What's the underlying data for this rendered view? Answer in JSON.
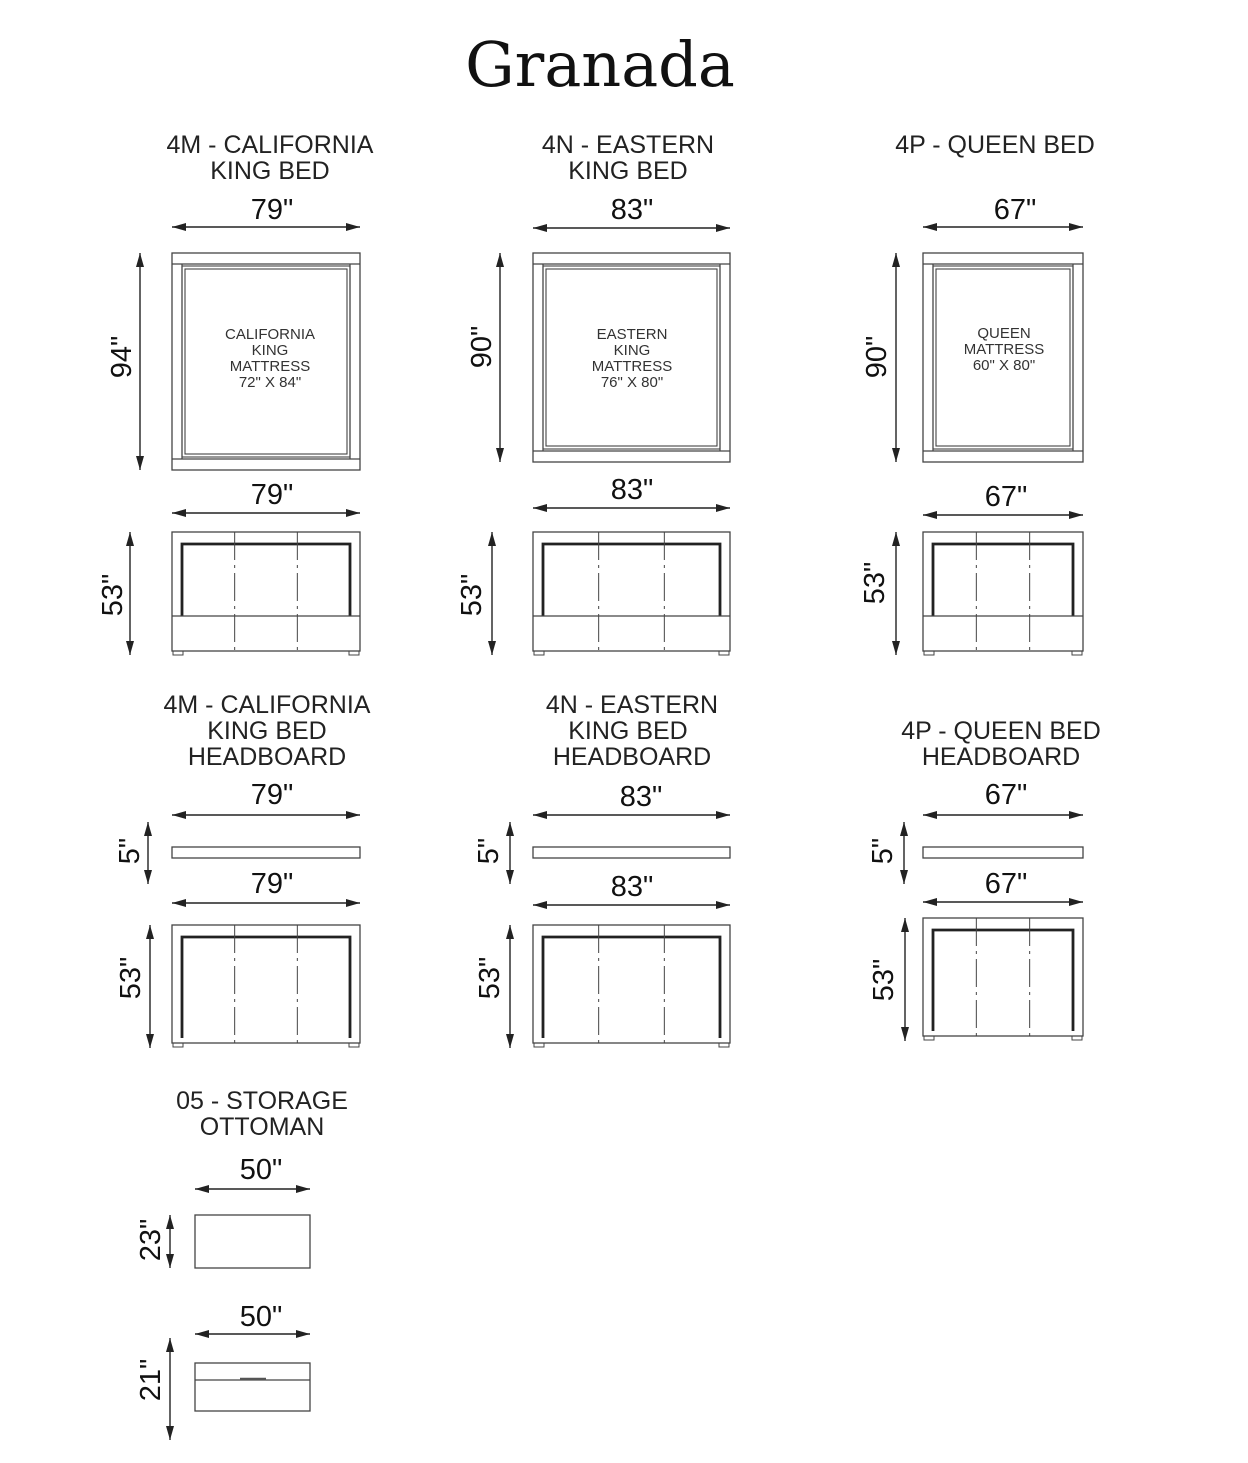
{
  "title": "Granada",
  "units": "inches",
  "items": [
    {
      "label": [
        "4M - CALIFORNIA",
        "KING BED"
      ],
      "plan_width": "79\"",
      "plan_length": "94\"",
      "mattress": [
        "CALIFORNIA",
        "KING",
        "MATTRESS",
        "72\" X 84\""
      ],
      "front_width": "79\"",
      "height": "53\""
    },
    {
      "label": [
        "4N - EASTERN",
        "KING BED"
      ],
      "plan_width": "83\"",
      "plan_length": "90\"",
      "mattress": [
        "EASTERN",
        "KING",
        "MATTRESS",
        "76\" X 80\""
      ],
      "front_width": "83\"",
      "height": "53\""
    },
    {
      "label": [
        "4P - QUEEN BED"
      ],
      "plan_width": "67\"",
      "plan_length": "90\"",
      "mattress": [
        "QUEEN",
        "MATTRESS",
        "60\" X 80\""
      ],
      "front_width": "67\"",
      "height": "53\""
    }
  ],
  "headboards": [
    {
      "label": [
        "4M - CALIFORNIA",
        "KING BED",
        "HEADBOARD"
      ],
      "top_width": "79\"",
      "depth": "5\"",
      "front_width": "79\"",
      "height": "53\""
    },
    {
      "label": [
        "4N - EASTERN",
        "KING BED",
        "HEADBOARD"
      ],
      "top_width": "83\"",
      "depth": "5\"",
      "front_width": "83\"",
      "height": "53\""
    },
    {
      "label": [
        "4P - QUEEN BED",
        "HEADBOARD"
      ],
      "top_width": "67\"",
      "depth": "5\"",
      "front_width": "67\"",
      "height": "53\""
    }
  ],
  "ottoman": {
    "label": [
      "05 - STORAGE",
      "OTTOMAN"
    ],
    "top_width": "50\"",
    "depth": "23\"",
    "front_width": "50\"",
    "height": "21\""
  }
}
